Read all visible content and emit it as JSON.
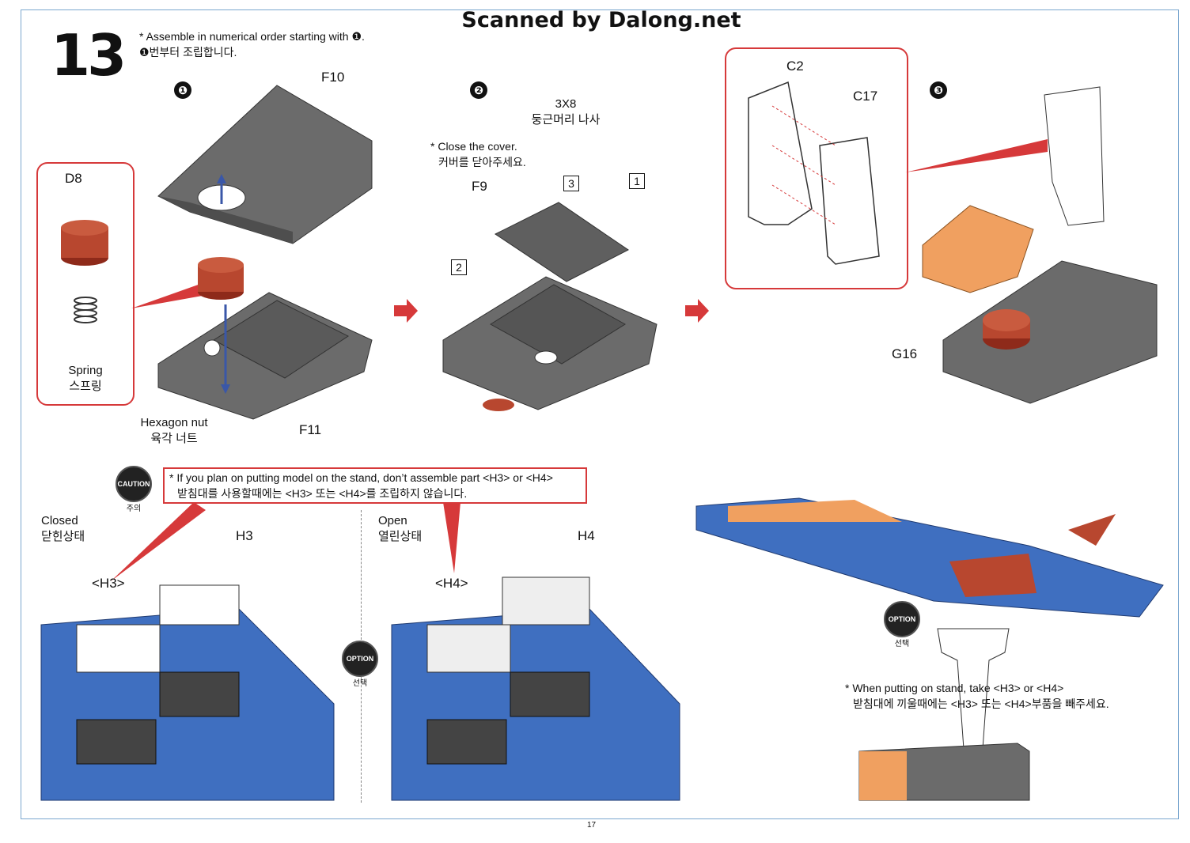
{
  "watermark": "Scanned by Dalong.net",
  "step": {
    "number": "13",
    "instruction_en": "* Assemble in numerical order starting with ❶.",
    "instruction_ko": "❶번부터 조립합니다."
  },
  "substeps": [
    "❶",
    "❷",
    "❸"
  ],
  "sub1": {
    "part_top": "F10",
    "part_bottom": "F11",
    "detail_part": "D8",
    "spring_en": "Spring",
    "spring_ko": "스프링",
    "nut_en": "Hexagon nut",
    "nut_ko": "육각 너트"
  },
  "sub2": {
    "screw_size": "3X8",
    "screw_ko": "둥근머리 나사",
    "note_en": "* Close the cover.",
    "note_ko": "커버를 닫아주세요.",
    "part": "F9",
    "seq3": "3",
    "seq1": "1",
    "seq2": "2"
  },
  "sub3": {
    "part_a": "C2",
    "part_b": "C17",
    "part_c": "G16"
  },
  "caution": {
    "badge": "CAUTION",
    "badge_ko": "주의",
    "text_en": "* If you plan on putting model on the stand, don’t assemble part <H3> or <H4>",
    "text_ko": "받침대를 사용할때에는 <H3> 또는 <H4>를 조립하지 않습니다."
  },
  "closed": {
    "en": "Closed",
    "ko": "닫힌상태",
    "part": "H3",
    "part_tag": "<H3>"
  },
  "open": {
    "en": "Open",
    "ko": "열린상태",
    "part": "H4",
    "part_tag": "<H4>"
  },
  "option": {
    "badge": "OPTION",
    "badge_ko": "선택"
  },
  "stand_note": {
    "en": "* When putting on stand, take <H3> or <H4>",
    "ko": "받침대에 끼울때에는 <H3> 또는 <H4>부품을 빼주세요."
  },
  "page_number": "17",
  "colors": {
    "accent_red": "#d6393a",
    "part_gray": "#6b6b6b",
    "model_blue": "#3f6fc0",
    "orange": "#f0a060"
  }
}
